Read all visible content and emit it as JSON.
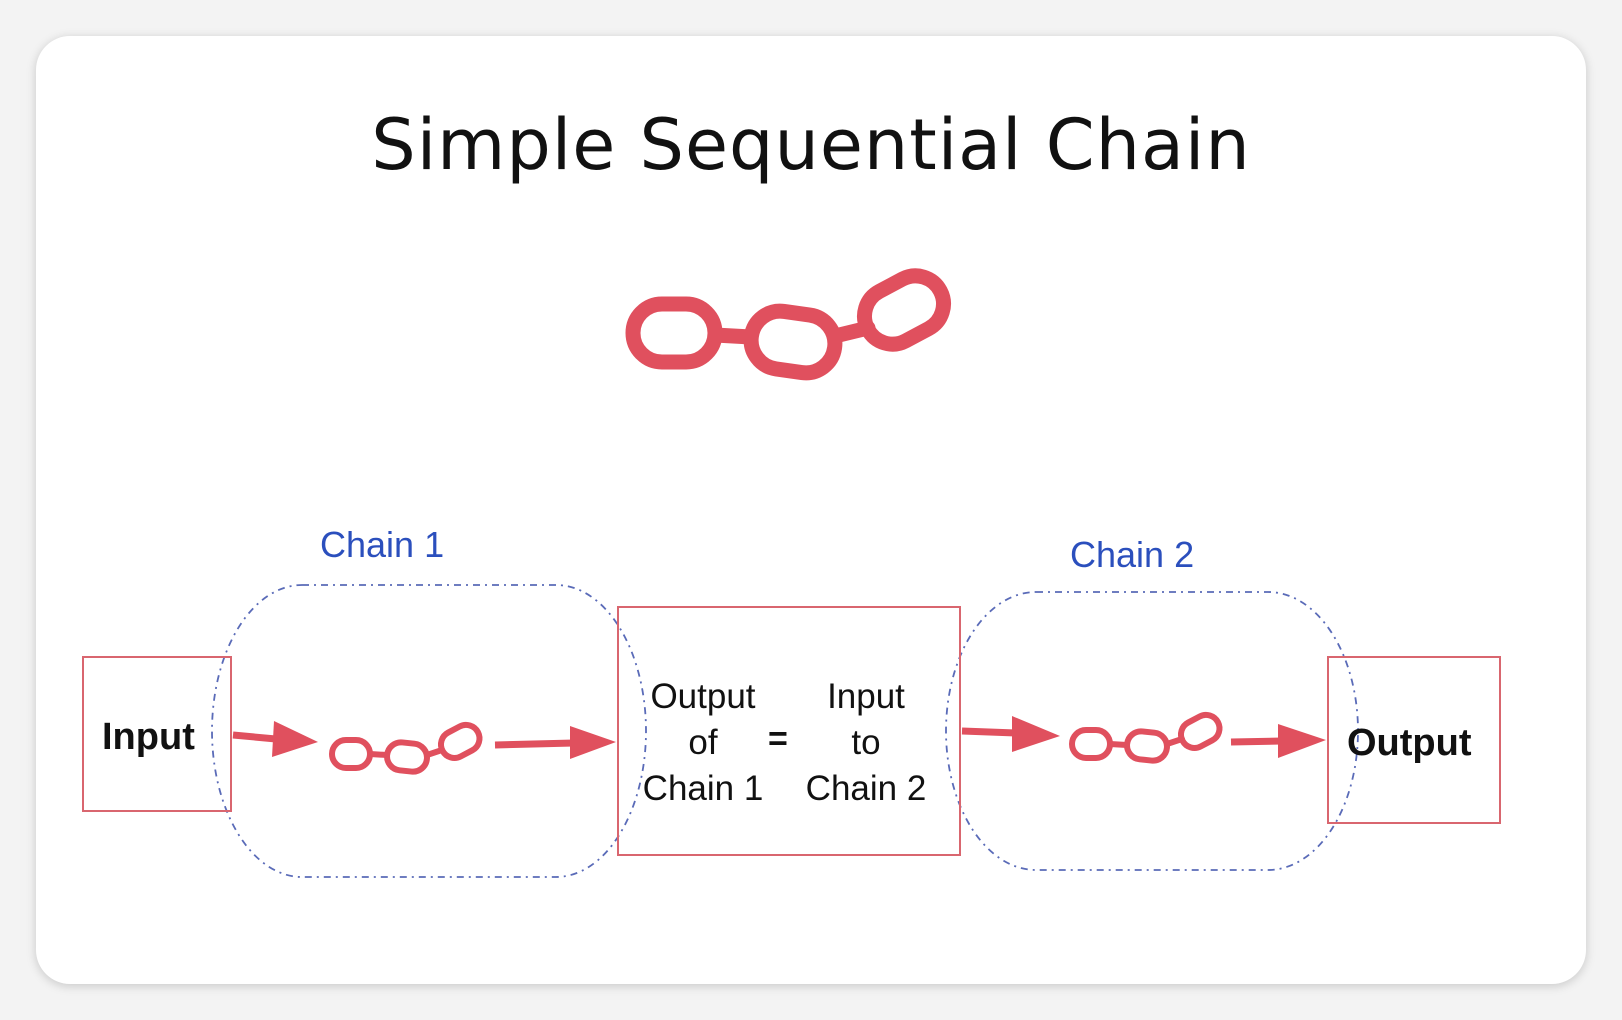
{
  "title": "Simple Sequential Chain",
  "colors": {
    "link": "#e0505e",
    "box_border": "#d9666f",
    "group_border": "#5a6bb8",
    "group_label": "#2b4fbd"
  },
  "icons": [
    "chain-link-icon"
  ],
  "diagram": {
    "input_box": {
      "label": "Input"
    },
    "chain1": {
      "label": "Chain 1"
    },
    "middle_box": {
      "left_lines": [
        "Output",
        "of",
        "Chain 1"
      ],
      "equals": "=",
      "right_lines": [
        "Input",
        "to",
        "Chain 2"
      ]
    },
    "chain2": {
      "label": "Chain 2"
    },
    "output_box": {
      "label": "Output"
    }
  }
}
